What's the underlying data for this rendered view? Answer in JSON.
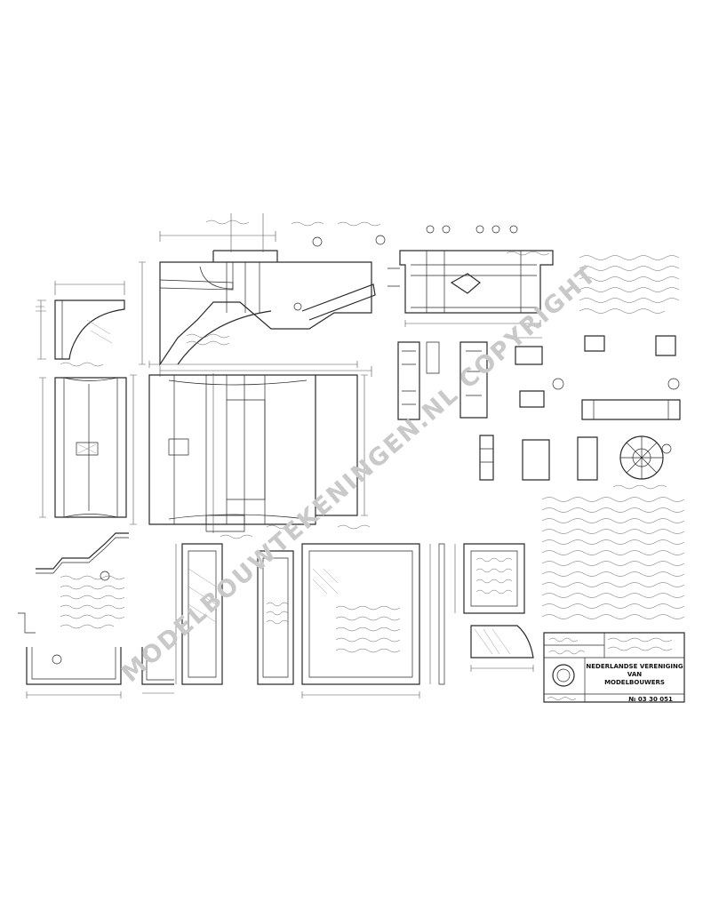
{
  "title_block": {
    "org_line1": "NEDERLANDSE VERENIGING",
    "org_line2": "VAN",
    "org_line3": "MODELBOUWERS",
    "drawing_number": "№ 03 30 051"
  },
  "watermark": "MODELBOUWTEKENINGEN.NL COPYRIGHT"
}
